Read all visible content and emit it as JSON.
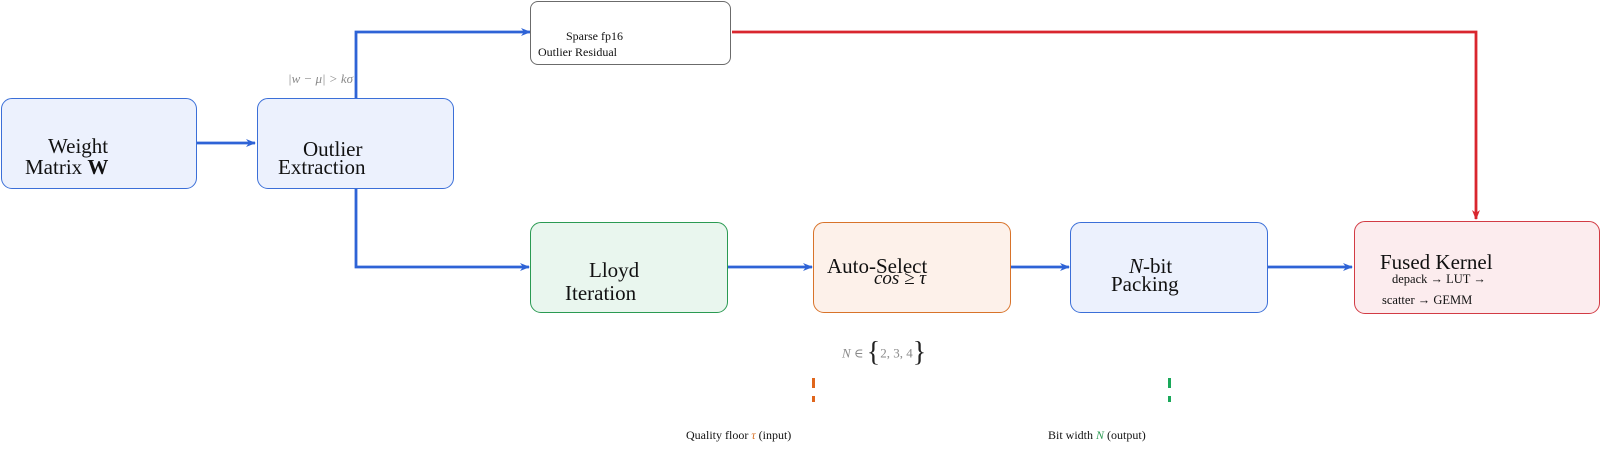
{
  "nodes": {
    "weight_matrix": {
      "line1": "Weight",
      "line2": "Matrix",
      "symbol": "W"
    },
    "outlier_extraction": {
      "line1": "Outlier",
      "line2": "Extraction"
    },
    "sparse_residual": {
      "line1": "Sparse fp16",
      "line2": "Outlier Residual"
    },
    "lloyd": {
      "line1": "Lloyd",
      "line2": "Iteration"
    },
    "auto_select": {
      "line1": "Auto-Select",
      "line2": "cos ≥ τ"
    },
    "packing": {
      "line1_var": "N",
      "line1_rest": "-bit",
      "line2": "Packing"
    },
    "fused_kernel": {
      "line1": "Fused Kernel",
      "line2": "depack → LUT →",
      "line3": "scatter → GEMM"
    }
  },
  "annotations": {
    "outlier_condition": "|w − μ| > kσ",
    "bit_set_prefix": "N ∈",
    "bit_set_values": "2, 3, 4"
  },
  "legend": {
    "quality_prefix": "Quality floor",
    "quality_var": "τ",
    "quality_suffix": "(input)",
    "bitwidth_prefix": "Bit width",
    "bitwidth_var": "N",
    "bitwidth_suffix": "(output)"
  },
  "colors": {
    "main_flow": "#2e63d6",
    "residual_flow": "#d9262e",
    "quality_marker": "#e0661c",
    "bitwidth_marker": "#1aa85a",
    "bitwidth_var": "#2a9a52",
    "quality_var": "#d8732a"
  }
}
